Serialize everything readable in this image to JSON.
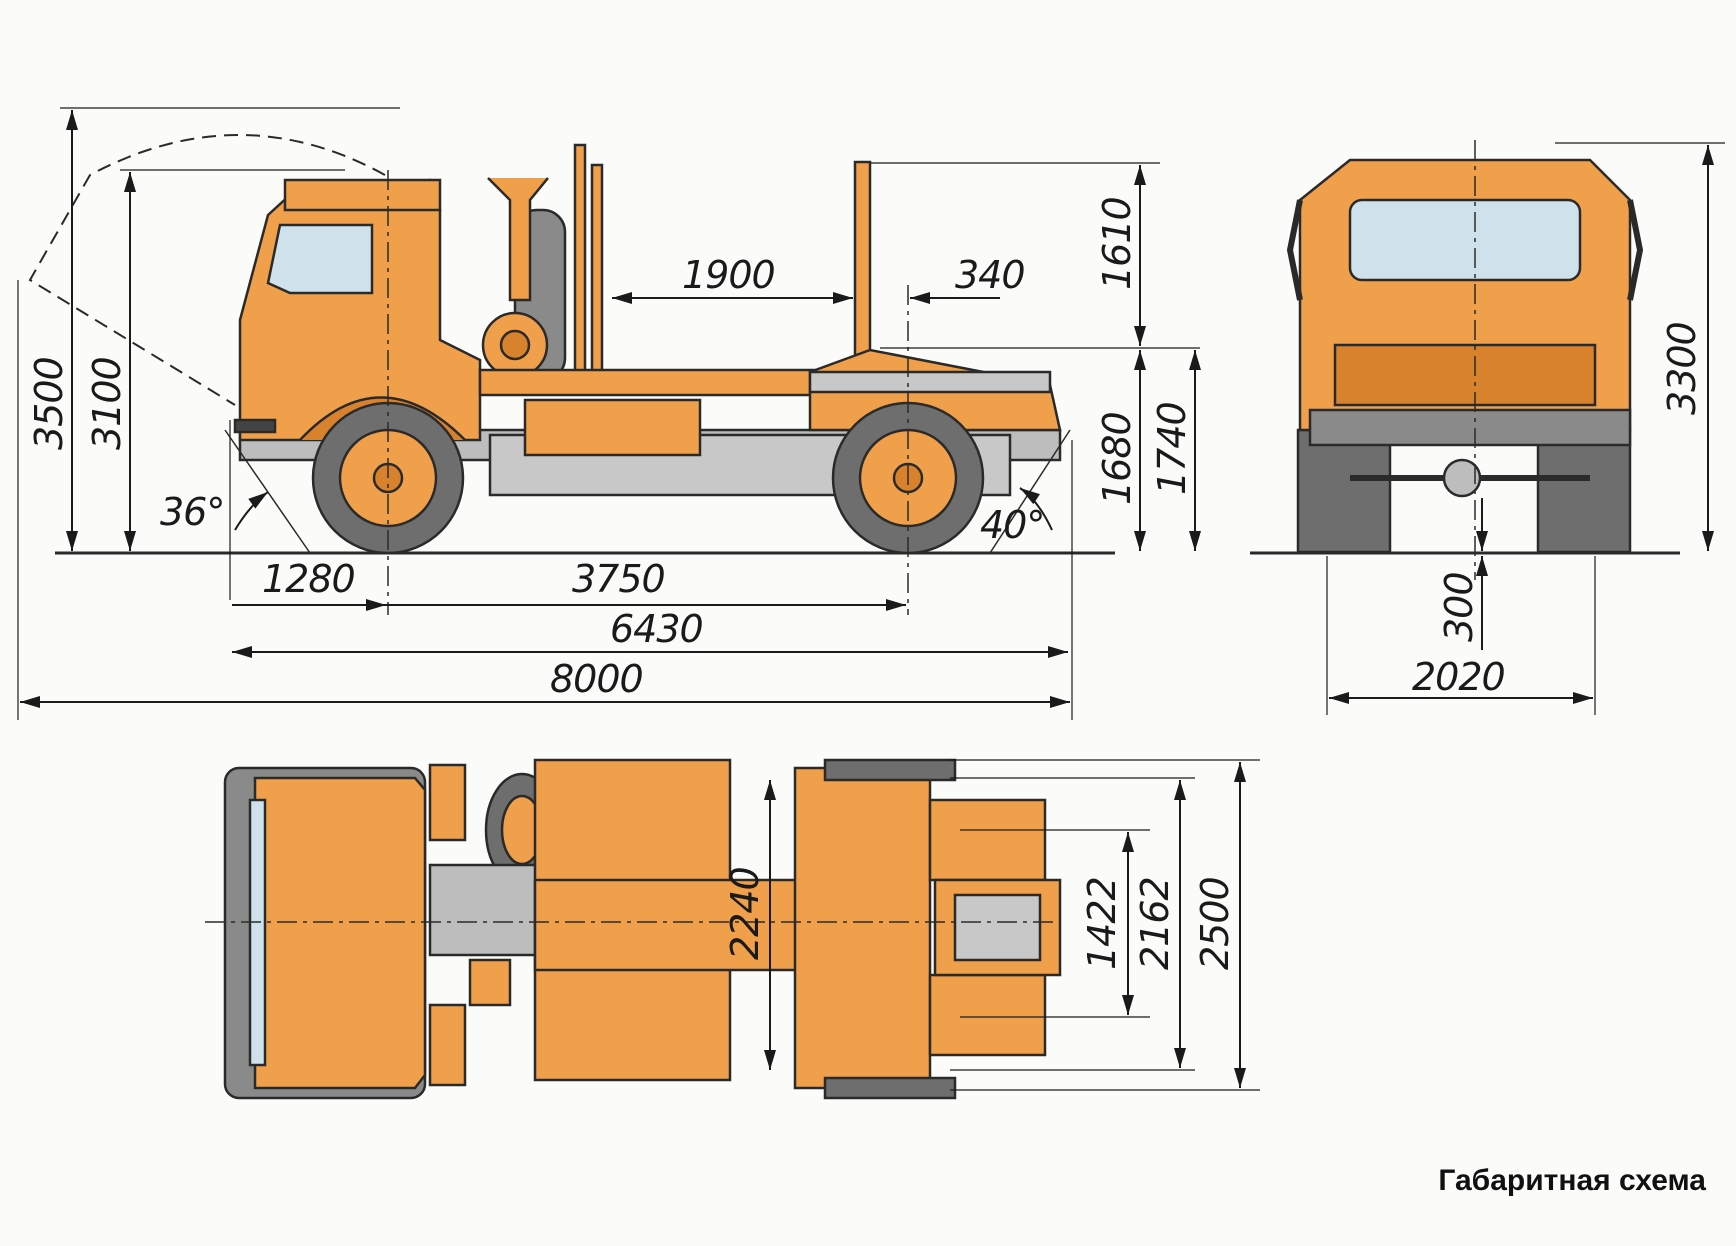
{
  "caption": "Габаритная схема",
  "colors": {
    "body": "#f0a04a",
    "body_dark": "#d8822e",
    "line": "#2a2a2a",
    "glass": "#cfe2ec",
    "tire": "#6e6e6e",
    "chassis": "#bdbdbd",
    "paper": "#fbfbf9"
  },
  "side_view": {
    "height_overall": "3500",
    "height_cab": "3100",
    "angle_front": "36°",
    "angle_rear": "40°",
    "front_overhang": "1280",
    "wheelbase": "3750",
    "length_to_rear_axle": "6430",
    "length_overall": "8000",
    "stake_offset": "1900",
    "rear_offset": "340",
    "stake_height": "1610",
    "frame_height": "1680",
    "platform_height": "1740"
  },
  "front_view": {
    "height": "3300",
    "ground_clearance": "300",
    "track": "2020"
  },
  "top_view": {
    "frame_width": "2240",
    "inner_width": "1422",
    "outer_width": "2162",
    "overall_width": "2500"
  }
}
